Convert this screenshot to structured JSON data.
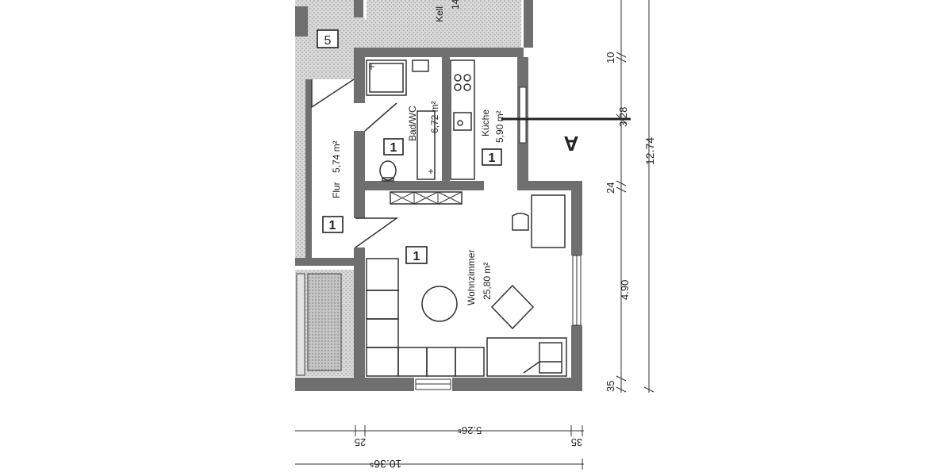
{
  "rooms": {
    "keller": {
      "name": "Kell",
      "area_fragment": "14"
    },
    "bad": {
      "name": "Bad/WC",
      "area": "6,72 m²"
    },
    "kueche": {
      "name": "Küche",
      "area": "5,90 m²"
    },
    "flur": {
      "name": "Flur",
      "area": "5,74 m²"
    },
    "wohnzimmer": {
      "name": "Wohnzimmer",
      "area": "25,80 m²"
    }
  },
  "unit_markers": {
    "keller": "5",
    "bad": "1",
    "kueche": "1",
    "flur": "1",
    "wohnzimmer": "1"
  },
  "section_marker": "A",
  "dimensions": {
    "right_inner": [
      "10",
      "3.28",
      "24",
      "4.90",
      "35"
    ],
    "right_total": "12.74",
    "bottom_inner": [
      "25",
      "5.26⁵",
      "35"
    ],
    "bottom_total": "10.36⁵"
  },
  "colors": {
    "walls": "#6f6f6f",
    "hatch": "#9a9a9a",
    "paper": "#ffffff"
  }
}
